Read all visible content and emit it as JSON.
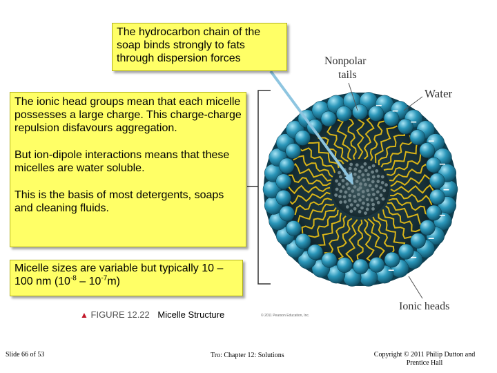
{
  "box_top": {
    "text": "The hydrocarbon chain of the soap binds strongly to fats through dispersion forces"
  },
  "box_main": {
    "para1": "The ionic head groups mean that each micelle possesses a large charge. This charge-charge repulsion disfavours aggregation.",
    "para2": "But ion-dipole interactions means that these micelles are water soluble.",
    "para3": "This is the basis of most detergents, soaps and cleaning fluids."
  },
  "box_bottom": {
    "text_a": "Micelle sizes are variable but typically 10 – 100 nm (10",
    "exp1": "-8",
    "text_b": " – 10",
    "exp2": "-7",
    "text_c": "m)"
  },
  "diagram": {
    "label_nonpolar_line1": "Nonpolar",
    "label_nonpolar_line2": "tails",
    "label_water": "Water",
    "label_ionic_heads": "Ionic heads",
    "minus_sign": "–"
  },
  "caption": {
    "figure_number": "FIGURE 12.22",
    "figure_title": "Micelle Structure",
    "copyright_tiny": "© 2011 Pearson Education, Inc."
  },
  "footer": {
    "slide": "Slide 66 of 53",
    "chapter": "Tro: Chapter 12: Solutions",
    "copyright_line1": "Copyright © 2011 Philip Dutton and",
    "copyright_line2": "Prentice Hall"
  },
  "colors": {
    "box_fill": "#ffff66",
    "head_blue": "#2b8fb0",
    "tail_yellow": "#d8b418",
    "core_dark": "#1c3a44",
    "arrow_blue": "#8ec5e0"
  }
}
